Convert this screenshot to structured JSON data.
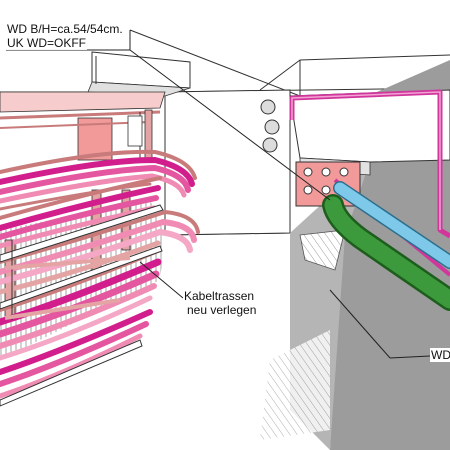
{
  "labels": {
    "wd_size": "WD B/H=ca.54/54cm.",
    "uk_level": "UK WD=OKFF",
    "cable_line1": "Kabeltrassen",
    "cable_line2": "neu verlegen",
    "wd_right": "WD"
  },
  "colors": {
    "background": "#ffffff",
    "wall_shadow": "#9c9c9c",
    "floor_shadow": "#b5b5b5",
    "cable_tray_frame": "#e4a4a4",
    "cable_tray_frame_dark": "#c97b7b",
    "cable_magenta": "#d21e8c",
    "cable_pink": "#f08cb4",
    "pipe_magenta": "#d0369c",
    "pipe_blue": "#7ec8ea",
    "pipe_green": "#3c9a3c",
    "panel_salmon": "#f29a9a",
    "line": "#222222"
  },
  "icons": {
    "wall_duct_circles": "circle-opening-icon"
  }
}
